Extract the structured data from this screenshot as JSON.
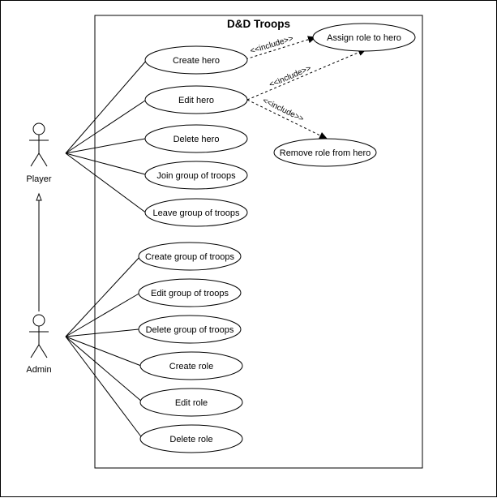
{
  "system": {
    "title": "D&D Troops"
  },
  "actors": {
    "player": "Player",
    "admin": "Admin"
  },
  "use_cases": {
    "create_hero": "Create hero",
    "edit_hero": "Edit hero",
    "delete_hero": "Delete hero",
    "join_group": "Join group of troops",
    "leave_group": "Leave group of troops",
    "assign_role": "Assign role to hero",
    "remove_role": "Remove role from hero",
    "create_group": "Create group of troops",
    "edit_group": "Edit group of troops",
    "delete_group": "Delete group of troops",
    "create_role": "Create role",
    "edit_role": "Edit role",
    "delete_role": "Delete role"
  },
  "relations": {
    "include_1": "<<include>>",
    "include_2": "<<include>>",
    "include_3": "<<include>>"
  }
}
